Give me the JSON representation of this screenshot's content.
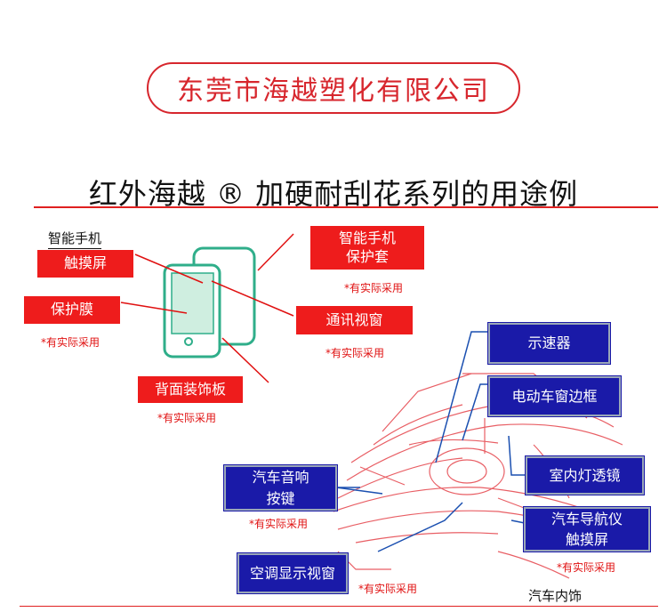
{
  "header": {
    "company_name": "东莞市海越塑化有限公司",
    "main_title": "红外海越 ® 加硬耐刮花系列的用途例"
  },
  "phone_section": {
    "heading": "智能手机",
    "labels": {
      "touchscreen": "触摸屏",
      "protective_film": "保护膜",
      "phone_case": "智能手机\n保护套",
      "comm_window": "通讯视窗",
      "back_panel": "背面装饰板"
    }
  },
  "car_section": {
    "heading": "汽车内饰",
    "labels": {
      "display_meter": "示速器",
      "window_frame": "电动车窗边框",
      "dome_light_lens": "室内灯透镜",
      "audio_button": "汽车音响\n按键",
      "nav_touchscreen": "汽车导航仪\n触摸屏",
      "ac_display_window": "空调显示视窗"
    }
  },
  "notes": {
    "actually_adopted": "*有实际采用"
  },
  "colors": {
    "accent_red": "#ee1c1c",
    "label_blue": "#1a1aa8",
    "phone_green": "#2fae8a"
  }
}
